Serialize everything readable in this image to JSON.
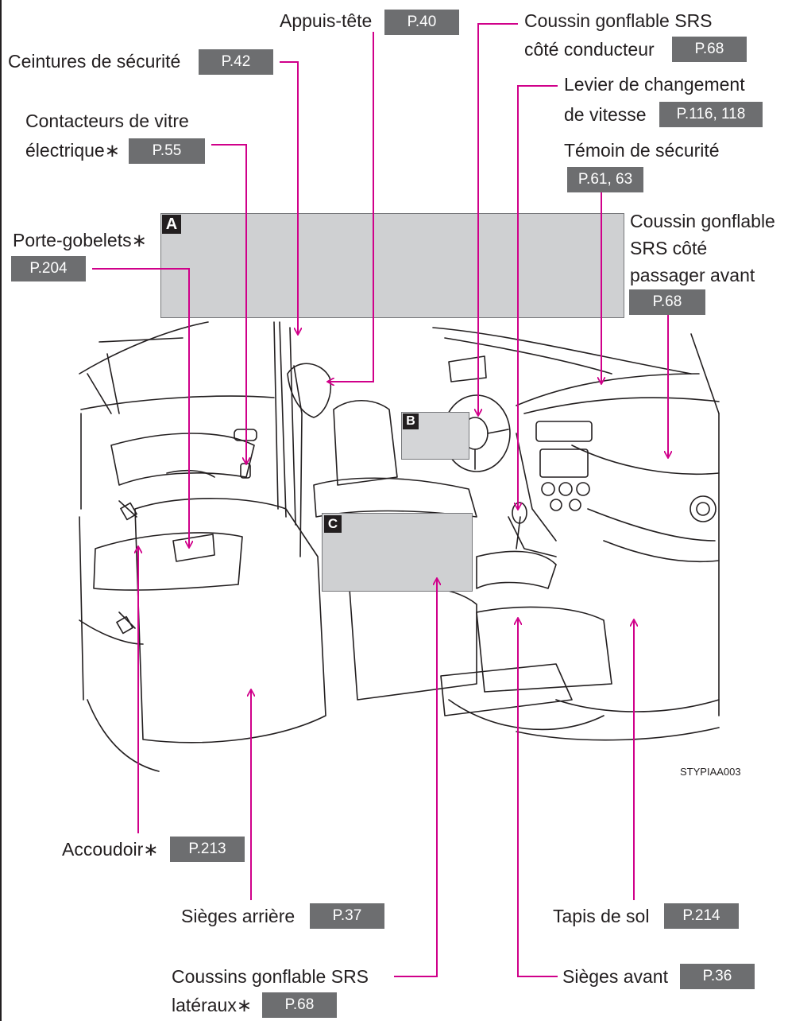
{
  "colors": {
    "leader": "#d0008a",
    "page_ref_bg": "#6d6e70",
    "panel_a": "#cfd0d2"
  },
  "labels": {
    "appuis_tete": {
      "text": "Appuis-tête",
      "page": "P.40"
    },
    "ceintures": {
      "text": "Ceintures de sécurité",
      "page": "P.42"
    },
    "contacteurs": {
      "line1": "Contacteurs de vitre",
      "line2": "électrique∗",
      "page": "P.55"
    },
    "porte_gobelets": {
      "text": "Porte-gobelets∗",
      "page": "P.204"
    },
    "coussin_conducteur": {
      "line1": "Coussin gonflable SRS",
      "line2": "côté conducteur",
      "page": "P.68"
    },
    "levier": {
      "line1": "Levier de changement",
      "line2": "de vitesse",
      "page": "P.116, 118"
    },
    "temoin": {
      "text": "Témoin de sécurité",
      "page": "P.61, 63"
    },
    "coussin_passager": {
      "line1": "Coussin gonflable",
      "line2": "SRS côté",
      "line3": "passager avant",
      "page": "P.68"
    },
    "accoudoir": {
      "text": "Accoudoir∗",
      "page": "P.213"
    },
    "sieges_arriere": {
      "text": "Sièges arrière",
      "page": "P.37"
    },
    "coussins_lateraux": {
      "line1": "Coussins gonflable SRS",
      "line2": "latéraux∗",
      "page": "P.68"
    },
    "sieges_avant": {
      "text": "Sièges avant",
      "page": "P.36"
    },
    "tapis": {
      "text": "Tapis de sol",
      "page": "P.214"
    }
  },
  "callouts": {
    "a": "A",
    "b": "B",
    "c": "C"
  },
  "figure_code": "STYPIAA003"
}
